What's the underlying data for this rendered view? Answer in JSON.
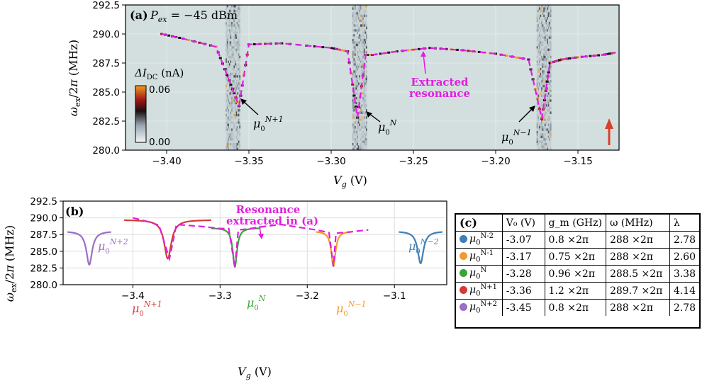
{
  "figure": {
    "panel_a": {
      "label": "(a)",
      "power_label": "P",
      "power_sub": "ex",
      "power_value": " = −45 dBm",
      "colorbar_title": "ΔI",
      "colorbar_sub": "DC",
      "colorbar_unit": " (nA)",
      "colorbar_max": "0.06",
      "colorbar_min": "0.00",
      "annotation": [
        "Extracted",
        "resonance"
      ],
      "markers": [
        {
          "base": "μ",
          "sub": "0",
          "sup": "N+1"
        },
        {
          "base": "μ",
          "sub": "0",
          "sup": "N"
        },
        {
          "base": "μ",
          "sub": "0",
          "sup": "N−1"
        }
      ]
    },
    "panel_b": {
      "label": "(b)",
      "annotation": [
        "Resonance",
        "extracted in (a)"
      ],
      "markers": [
        {
          "base": "μ",
          "sub": "0",
          "sup": "N+2"
        },
        {
          "base": "μ",
          "sub": "0",
          "sup": "N+1"
        },
        {
          "base": "μ",
          "sub": "0",
          "sup": "N"
        },
        {
          "base": "μ",
          "sub": "0",
          "sup": "N−1"
        },
        {
          "base": "μ",
          "sub": "0",
          "sup": "N−2"
        }
      ]
    },
    "panel_c": {
      "label": "(c)",
      "headers": [
        "V₀ (V)",
        "g_m (GHz)",
        "ω (MHz)",
        "λ"
      ],
      "rows": [
        {
          "label_sup": "N-2",
          "V0": "-3.07",
          "gm": "0.8 ×2π",
          "omega": "288 ×2π",
          "lambda": "2.78",
          "color": "#3f7fb5"
        },
        {
          "label_sup": "N-1",
          "V0": "-3.17",
          "gm": "0.75 ×2π",
          "omega": "288 ×2π",
          "lambda": "2.60",
          "color": "#f39a2a"
        },
        {
          "label_sup": "N",
          "V0": "-3.28",
          "gm": "0.96 ×2π",
          "omega": "288.5 ×2π",
          "lambda": "3.38",
          "color": "#3aa33a"
        },
        {
          "label_sup": "N+1",
          "V0": "-3.36",
          "gm": "1.2 ×2π",
          "omega": "289.7 ×2π",
          "lambda": "4.14",
          "color": "#d43a3a"
        },
        {
          "label_sup": "N+2",
          "V0": "-3.45",
          "gm": "0.8 ×2π",
          "omega": "288 ×2π",
          "lambda": "2.78",
          "color": "#9b6fc4"
        }
      ]
    }
  },
  "colors": {
    "magenta": "#e11ee1",
    "arrow_red": "#d8402a",
    "background_map": "#d3dfdf"
  },
  "chart_data": [
    {
      "type": "heatmap",
      "xlabel": "V_g (V)",
      "ylabel": "ω_ex/2π (MHz)",
      "xlim": [
        -3.425,
        -3.125
      ],
      "ylim": [
        280.0,
        292.5
      ],
      "x_ticks": [
        "−3.40",
        "−3.35",
        "−3.30",
        "−3.25",
        "−3.20",
        "−3.15"
      ],
      "y_ticks": [
        "280.0",
        "282.5",
        "285.0",
        "287.5",
        "290.0",
        "292.5"
      ],
      "colorbar_range": [
        0.0,
        0.06
      ],
      "resonance_dips": [
        {
          "V0": -3.36,
          "min_MHz": 283.8
        },
        {
          "V0": -3.283,
          "min_MHz": 282.8
        },
        {
          "V0": -3.171,
          "min_MHz": 282.6
        }
      ],
      "extracted_resonance": {
        "x": [
          -3.403,
          -3.39,
          -3.37,
          -3.362,
          -3.356,
          -3.35,
          -3.33,
          -3.3,
          -3.29,
          -3.284,
          -3.279,
          -3.275,
          -3.26,
          -3.24,
          -3.22,
          -3.2,
          -3.18,
          -3.172,
          -3.167,
          -3.16,
          -3.15,
          -3.135,
          -3.127
        ],
        "y": [
          290.0,
          289.6,
          288.9,
          286.0,
          283.8,
          289.1,
          289.2,
          288.8,
          288.5,
          282.8,
          288.2,
          288.2,
          288.5,
          288.8,
          288.6,
          288.3,
          287.8,
          282.7,
          287.5,
          287.8,
          288.0,
          288.2,
          288.4
        ]
      }
    },
    {
      "type": "line",
      "xlabel": "V_g (V)",
      "ylabel": "ω_ex/2π (MHz)",
      "xlim": [
        -3.48,
        -3.04
      ],
      "ylim": [
        280.0,
        292.5
      ],
      "x_ticks": [
        "−3.4",
        "−3.3",
        "−3.2",
        "−3.1"
      ],
      "y_ticks": [
        "280.0",
        "282.5",
        "285.0",
        "287.5",
        "290.0",
        "292.5"
      ],
      "series": [
        {
          "name": "μ0^N+2",
          "V0": -3.45,
          "base": 288.0,
          "depth": 5.0,
          "width": 0.004,
          "range": [
            -3.475,
            -3.425
          ],
          "color": "#9b6fc4"
        },
        {
          "name": "μ0^N+1",
          "V0": -3.36,
          "base": 289.7,
          "depth": 5.8,
          "width": 0.005,
          "range": [
            -3.41,
            -3.31
          ],
          "color": "#d43a3a"
        },
        {
          "name": "μ0^N",
          "V0": -3.283,
          "base": 288.5,
          "depth": 5.8,
          "width": 0.003,
          "range": [
            -3.31,
            -3.255
          ],
          "color": "#3aa33a"
        },
        {
          "name": "μ0^N−1",
          "V0": -3.17,
          "base": 288.0,
          "depth": 5.2,
          "width": 0.003,
          "range": [
            -3.19,
            -3.15
          ],
          "color": "#f39a2a"
        },
        {
          "name": "μ0^N−2",
          "V0": -3.07,
          "base": 288.0,
          "depth": 4.8,
          "width": 0.004,
          "range": [
            -3.095,
            -3.045
          ],
          "color": "#3f7fb5"
        }
      ],
      "extracted_resonance": {
        "x": [
          -3.4,
          -3.385,
          -3.37,
          -3.362,
          -3.358,
          -3.35,
          -3.32,
          -3.3,
          -3.29,
          -3.283,
          -3.279,
          -3.27,
          -3.25,
          -3.23,
          -3.21,
          -3.19,
          -3.175,
          -3.17,
          -3.167,
          -3.15,
          -3.13
        ],
        "y": [
          290.0,
          289.5,
          288.9,
          285.5,
          283.9,
          289.0,
          288.7,
          288.4,
          288.4,
          282.6,
          288.2,
          288.3,
          288.7,
          289.0,
          288.6,
          288.2,
          287.8,
          282.7,
          287.7,
          287.9,
          288.2
        ]
      }
    },
    {
      "type": "table",
      "columns": [
        "",
        "V0 (V)",
        "g_m (GHz)",
        "ω (MHz)",
        "λ"
      ],
      "rows": [
        [
          "μ0^N-2",
          "-3.07",
          "0.8 ×2π",
          "288 ×2π",
          "2.78"
        ],
        [
          "μ0^N-1",
          "-3.17",
          "0.75 ×2π",
          "288 ×2π",
          "2.60"
        ],
        [
          "μ0^N",
          "-3.28",
          "0.96 ×2π",
          "288.5 ×2π",
          "3.38"
        ],
        [
          "μ0^N+1",
          "-3.36",
          "1.2 ×2π",
          "289.7 ×2π",
          "4.14"
        ],
        [
          "μ0^N+2",
          "-3.45",
          "0.8 ×2π",
          "288 ×2π",
          "2.78"
        ]
      ]
    }
  ]
}
